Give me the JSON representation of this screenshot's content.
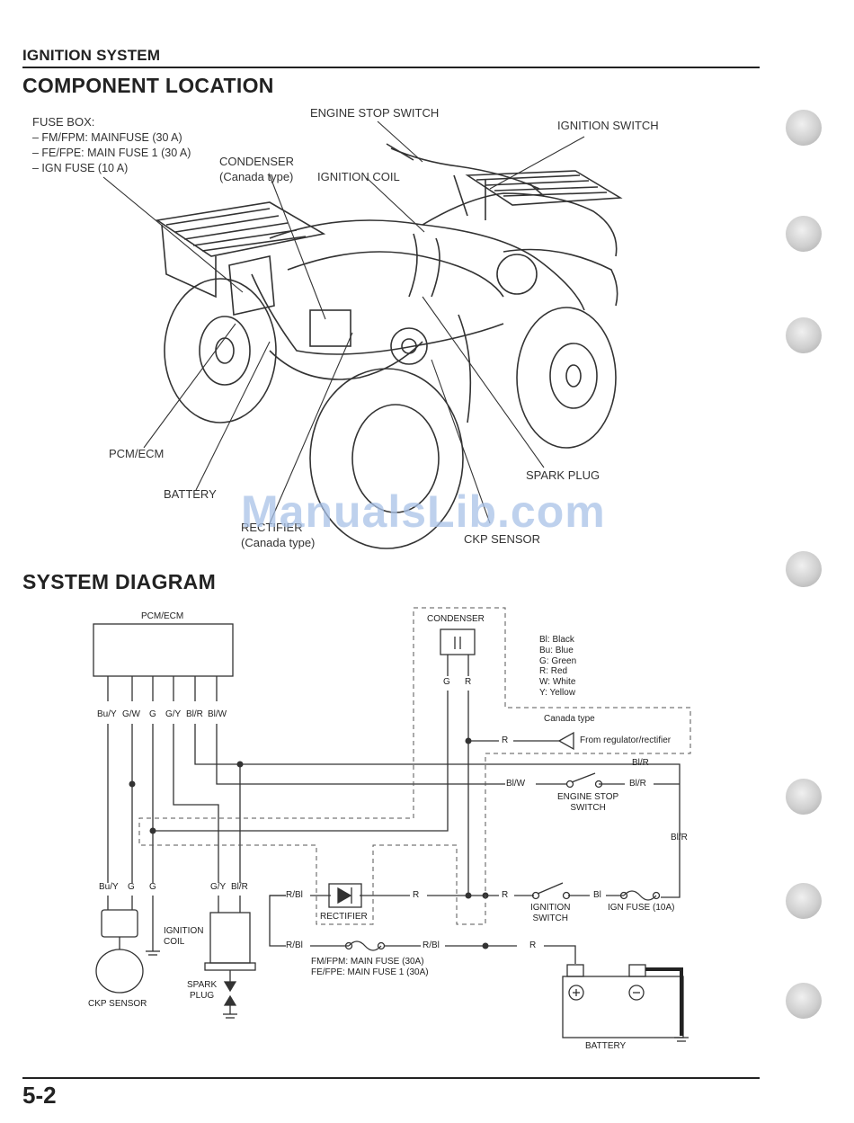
{
  "header": {
    "section": "IGNITION SYSTEM",
    "title": "COMPONENT LOCATION"
  },
  "component_location": {
    "fuse_box": {
      "title": "FUSE BOX:",
      "lines": [
        "– FM/FPM: MAINFUSE (30 A)",
        "– FE/FPE: MAIN FUSE 1 (30 A)",
        "– IGN FUSE (10 A)"
      ]
    },
    "labels": {
      "engine_stop_switch": "ENGINE STOP SWITCH",
      "ignition_switch": "IGNITION SWITCH",
      "condenser": "CONDENSER",
      "condenser_note": "(Canada type)",
      "ignition_coil": "IGNITION COIL",
      "pcm_ecm": "PCM/ECM",
      "battery": "BATTERY",
      "spark_plug": "SPARK PLUG",
      "rectifier": "RECTIFIER",
      "rectifier_note": "(Canada type)",
      "ckp_sensor": "CKP SENSOR"
    }
  },
  "watermark": "ManualsLib.com",
  "system_diagram": {
    "title": "SYSTEM DIAGRAM",
    "pcm_ecm": "PCM/ECM",
    "pcm_pins": [
      "Bu/Y",
      "G/W",
      "G",
      "G/Y",
      "Bl/R",
      "Bl/W"
    ],
    "condenser": "CONDENSER",
    "condenser_pins": [
      "G",
      "R"
    ],
    "legend": [
      "Bl: Black",
      "Bu: Blue",
      "G:  Green",
      "R:  Red",
      "W:  White",
      "Y:  Yellow"
    ],
    "canada_type": "Canada type",
    "wire_r": "R",
    "from_regulator": "From regulator/rectifier",
    "wire_blr": "Bl/R",
    "wire_blw": "Bl/W",
    "engine_stop_switch": [
      "ENGINE STOP",
      "SWITCH"
    ],
    "wire_bl": "Bl",
    "ckp_pins": [
      "Bu/Y",
      "G",
      "G"
    ],
    "coil_pins": [
      "G/Y",
      "Bl/R"
    ],
    "ignition_coil": [
      "IGNITION",
      "COIL"
    ],
    "ckp_sensor": "CKP SENSOR",
    "spark_plug": [
      "SPARK",
      "PLUG"
    ],
    "wire_rbl": "R/Bl",
    "rectifier": "RECTIFIER",
    "ignition_switch": [
      "IGNITION",
      "SWITCH"
    ],
    "ign_fuse": "IGN FUSE (10A)",
    "main_fuse_lines": [
      "FM/FPM: MAIN FUSE (30A)",
      "FE/FPE: MAIN FUSE 1 (30A)"
    ],
    "battery": "BATTERY",
    "battery_plus": "+",
    "battery_minus": "−"
  },
  "footer": {
    "page_number": "5-2"
  }
}
